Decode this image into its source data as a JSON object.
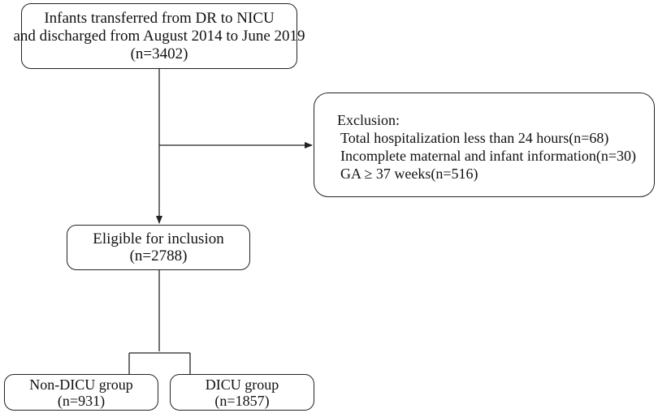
{
  "source_box": {
    "line1": "Infants transferred from DR to NICU",
    "line2": "and discharged from August 2014 to June 2019",
    "line3": "(n=3402)"
  },
  "exclusion_box": {
    "title": "Exclusion:",
    "items": [
      "Total hospitalization less than 24 hours(n=68)",
      "Incomplete maternal and infant information(n=30)",
      "GA ≥ 37 weeks(n=516)"
    ]
  },
  "eligible_box": {
    "line1": "Eligible for inclusion",
    "line2": "(n=2788)"
  },
  "groups": [
    {
      "line1": "Non-DICU group",
      "line2": "(n=931)"
    },
    {
      "line1": "DICU group",
      "line2": "(n=1857)"
    }
  ]
}
